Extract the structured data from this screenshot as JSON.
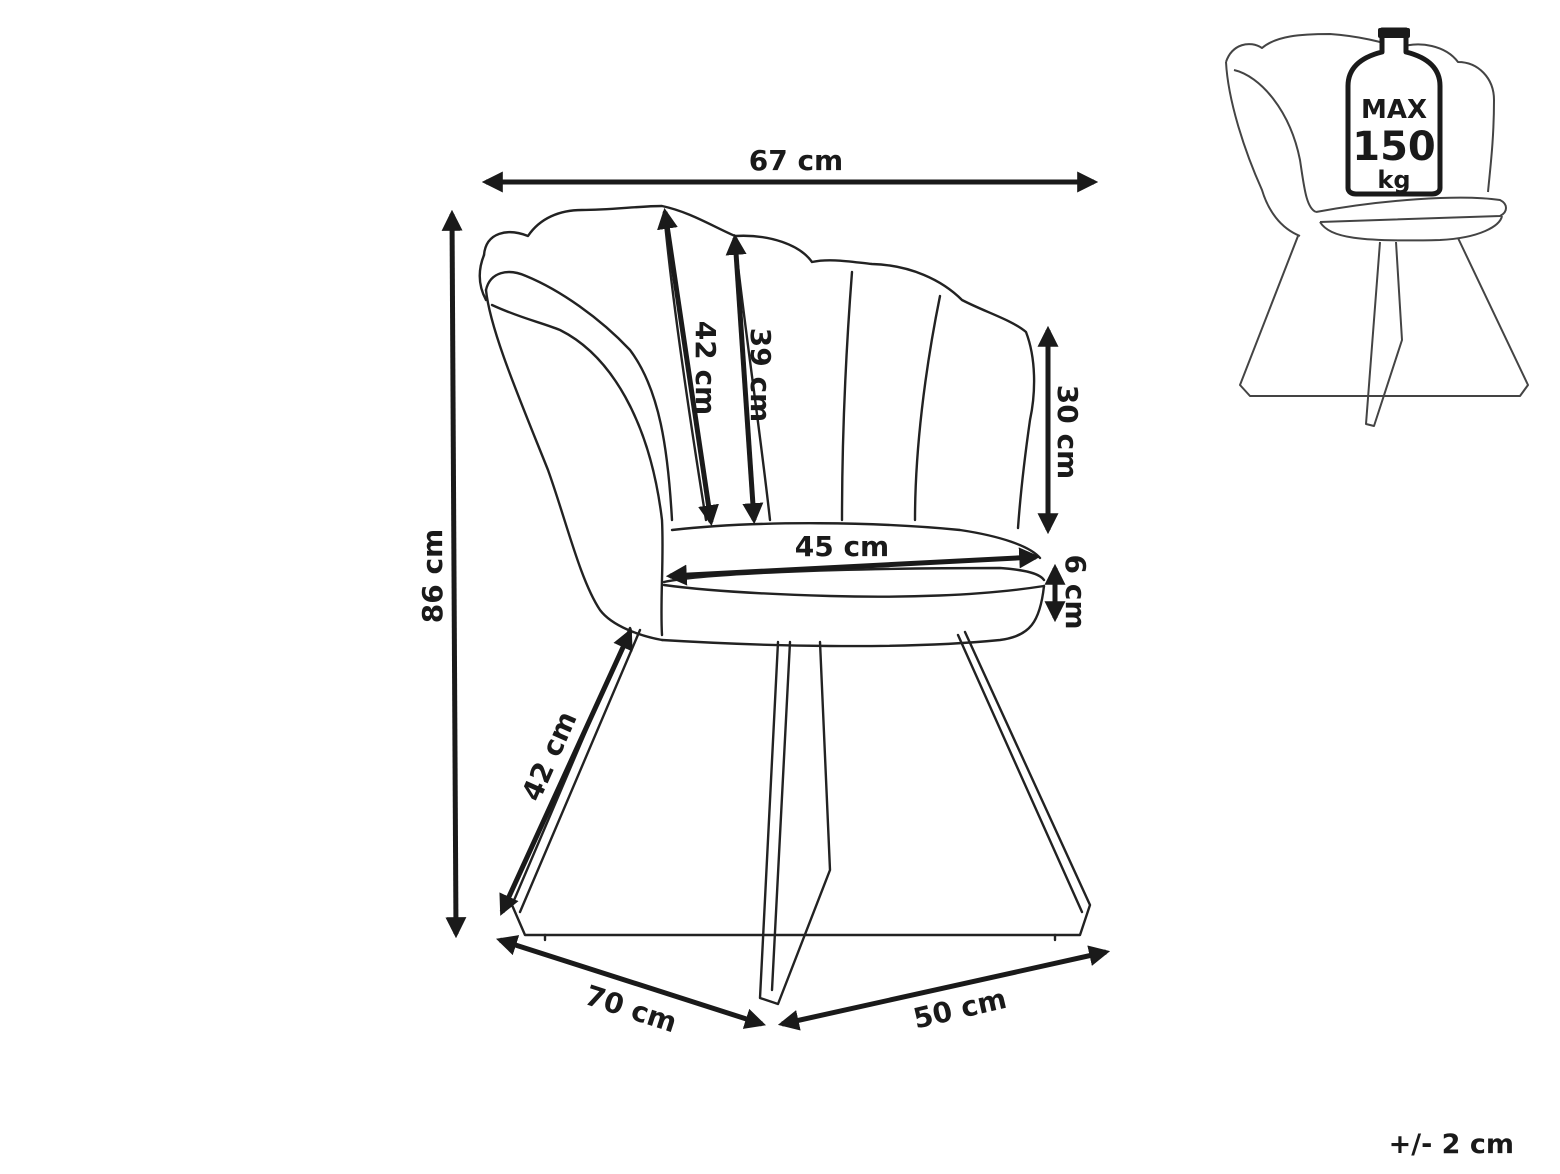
{
  "dimensions": {
    "overall_width": "67 cm",
    "overall_height": "86 cm",
    "back_height_outer": "42 cm",
    "back_height_inner": "39 cm",
    "arm_height": "30 cm",
    "seat_width": "45 cm",
    "seat_thickness": "6 cm",
    "leg_length": "42 cm",
    "base_width": "70 cm",
    "base_depth": "50 cm"
  },
  "load_badge": {
    "line1": "MAX",
    "line2": "150",
    "line3": "kg"
  },
  "tolerance": "+/- 2 cm",
  "icons": [
    "chair-drawing-icon",
    "weight-icon",
    "dimension-arrow-icon"
  ]
}
